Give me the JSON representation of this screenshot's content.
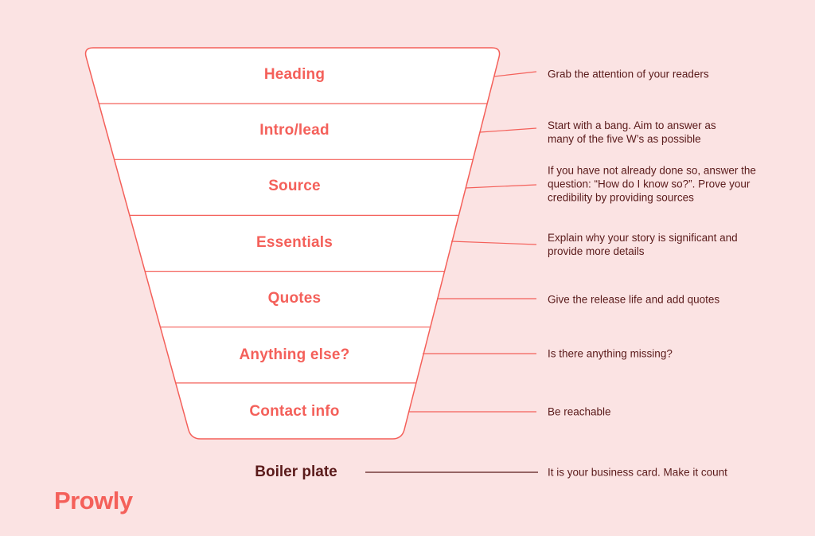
{
  "colors": {
    "background": "#FBE3E3",
    "accent": "#F4605A",
    "dark_text": "#5A1A1A",
    "funnel_fill": "#FFFFFF"
  },
  "funnel": {
    "sections": [
      {
        "label": "Heading",
        "description": "Grab the attention of your readers"
      },
      {
        "label": "Intro/lead",
        "description": "Start with a bang. Aim to answer as many of the five W’s as possible"
      },
      {
        "label": "Source",
        "description": "If you have not already done so, answer the question: “How do I know so?”. Prove your credibility by providing sources"
      },
      {
        "label": "Essentials",
        "description": "Explain why your story is significant and provide more details"
      },
      {
        "label": "Quotes",
        "description": "Give the release life and add quotes"
      },
      {
        "label": "Anything else?",
        "description": "Is there anything missing?"
      },
      {
        "label": "Contact info",
        "description": "Be reachable"
      }
    ],
    "footer": {
      "label": "Boiler plate",
      "description": "It is your business card. Make it count"
    }
  },
  "logo": {
    "text": "Prowly"
  }
}
